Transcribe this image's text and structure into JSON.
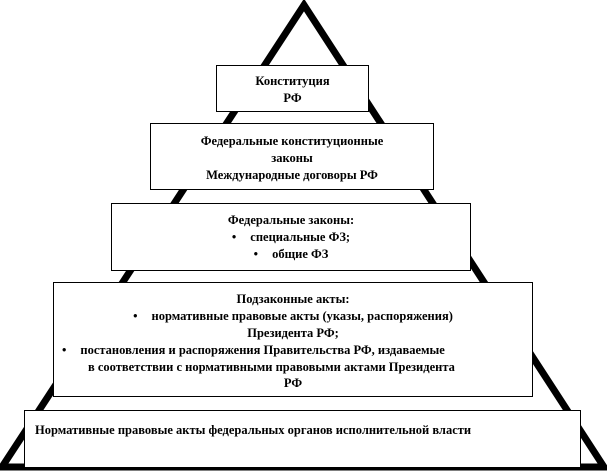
{
  "levels": {
    "level1": {
      "lines": [
        "Конституция",
        "РФ"
      ]
    },
    "level2": {
      "lines": [
        "Федеральные конституционные",
        "законы",
        "Международные договоры РФ"
      ]
    },
    "level3": {
      "title": "Федеральные законы:",
      "items": [
        "специальные ФЗ;",
        "общие ФЗ"
      ]
    },
    "level4": {
      "title": "Подзаконные акты:",
      "item1_line1": "нормативные правовые акты (указы, распоряжения)",
      "item1_line2": "Президента РФ;",
      "item2_line1": "постановления и распоряжения Правительства РФ, издаваемые",
      "item2_line2": "в соответствии с нормативными правовыми актами Президента",
      "item2_line3": "РФ"
    },
    "level5": {
      "text": "Нормативные правовые акты федеральных органов исполнительной власти"
    }
  },
  "bullet_glyph": "•"
}
